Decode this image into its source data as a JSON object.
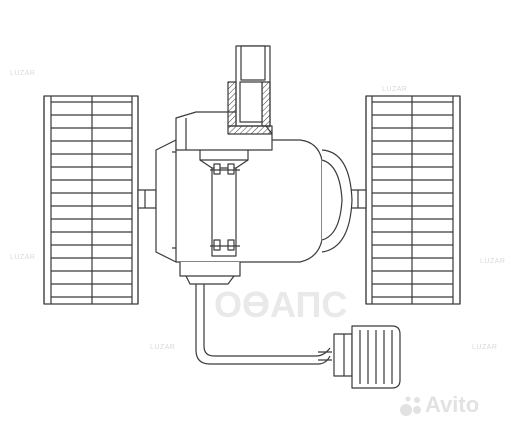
{
  "watermarks": {
    "center_logo": "ОӨАПС",
    "brand_small": "LUZAR",
    "avito": "Avito"
  },
  "colors": {
    "line": "#3a3a3a",
    "watermark": "#e6e6e6",
    "background": "#ffffff"
  },
  "illustration": "blower-motor-line-drawing"
}
